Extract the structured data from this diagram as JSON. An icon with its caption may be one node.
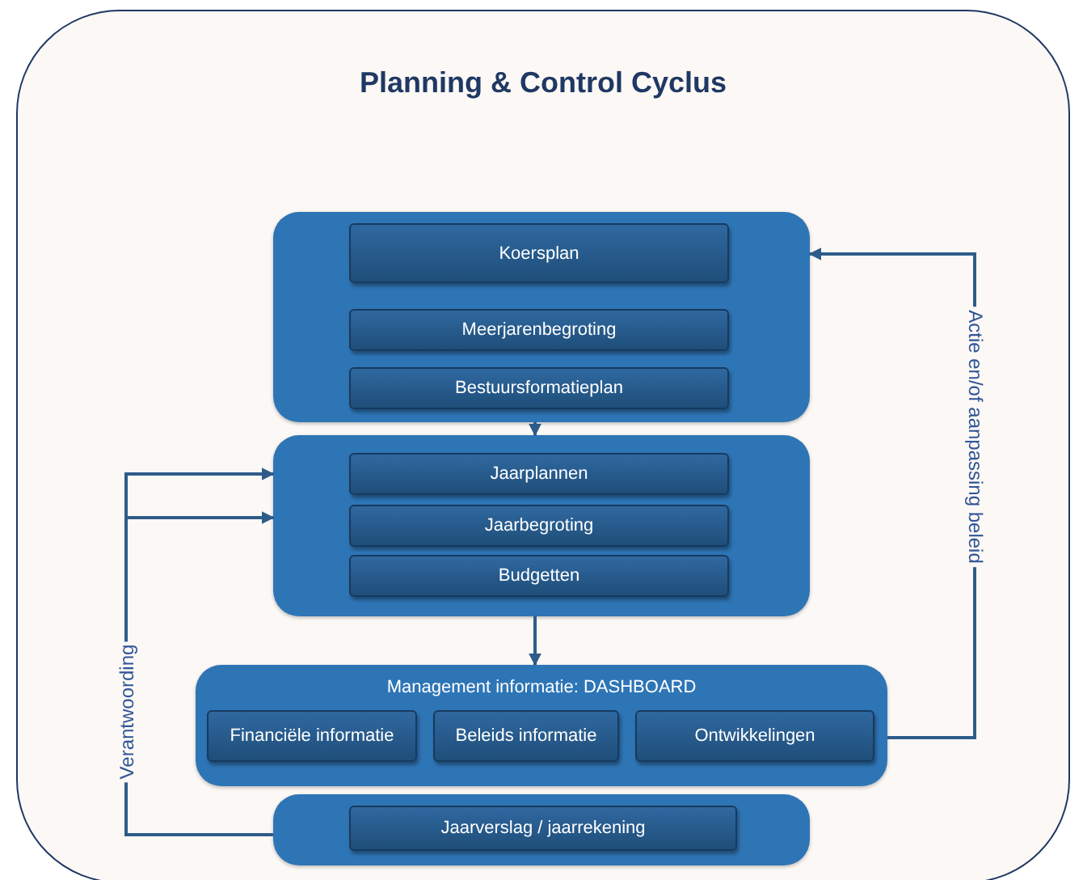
{
  "diagram": {
    "nodes": [
      {
        "text": [
          "Planning & Control Cyclus"
        ]
      },
      {
        "text": [],
        "shape": "box",
        "in": 0
      },
      {
        "text": [
          "Koersplan"
        ],
        "in": 1
      },
      {
        "text": [
          "Meerjarenbegroting"
        ],
        "in": 1
      },
      {
        "text": [
          "Bestuursformatieplan"
        ],
        "in": 1
      },
      {
        "text": [],
        "shape": "box",
        "in": 0
      },
      {
        "text": [
          "Jaarplannen"
        ],
        "in": 5
      },
      {
        "text": [
          "Jaarbegroting"
        ],
        "in": 5
      },
      {
        "text": [
          "Budgetten"
        ],
        "in": 5
      },
      {
        "text": [
          "Management informatie: DASHBOARD"
        ],
        "in": 0
      },
      {
        "text": [
          "Financiële informatie"
        ],
        "in": 9
      },
      {
        "text": [
          "Beleids informatie"
        ],
        "in": 9
      },
      {
        "text": [
          "Ontwikkelingen"
        ],
        "in": 9
      },
      {
        "text": [],
        "shape": "box",
        "in": 0
      },
      {
        "text": [
          "Jaarverslag / jaarrekening"
        ],
        "in": 13
      }
    ],
    "edges": [
      {
        "from": 1,
        "to": 5,
        "arrow": "to"
      },
      {
        "from": 5,
        "to": 9,
        "arrow": "to"
      },
      {
        "from": 9,
        "to": 1,
        "arrow": "to",
        "label": "Actie en/of aanpassing beleid"
      },
      {
        "from": 13,
        "to": 5,
        "arrow": "to",
        "label": "Verantwoording"
      },
      {
        "from": 13,
        "to": 5,
        "arrow": "to"
      }
    ]
  }
}
